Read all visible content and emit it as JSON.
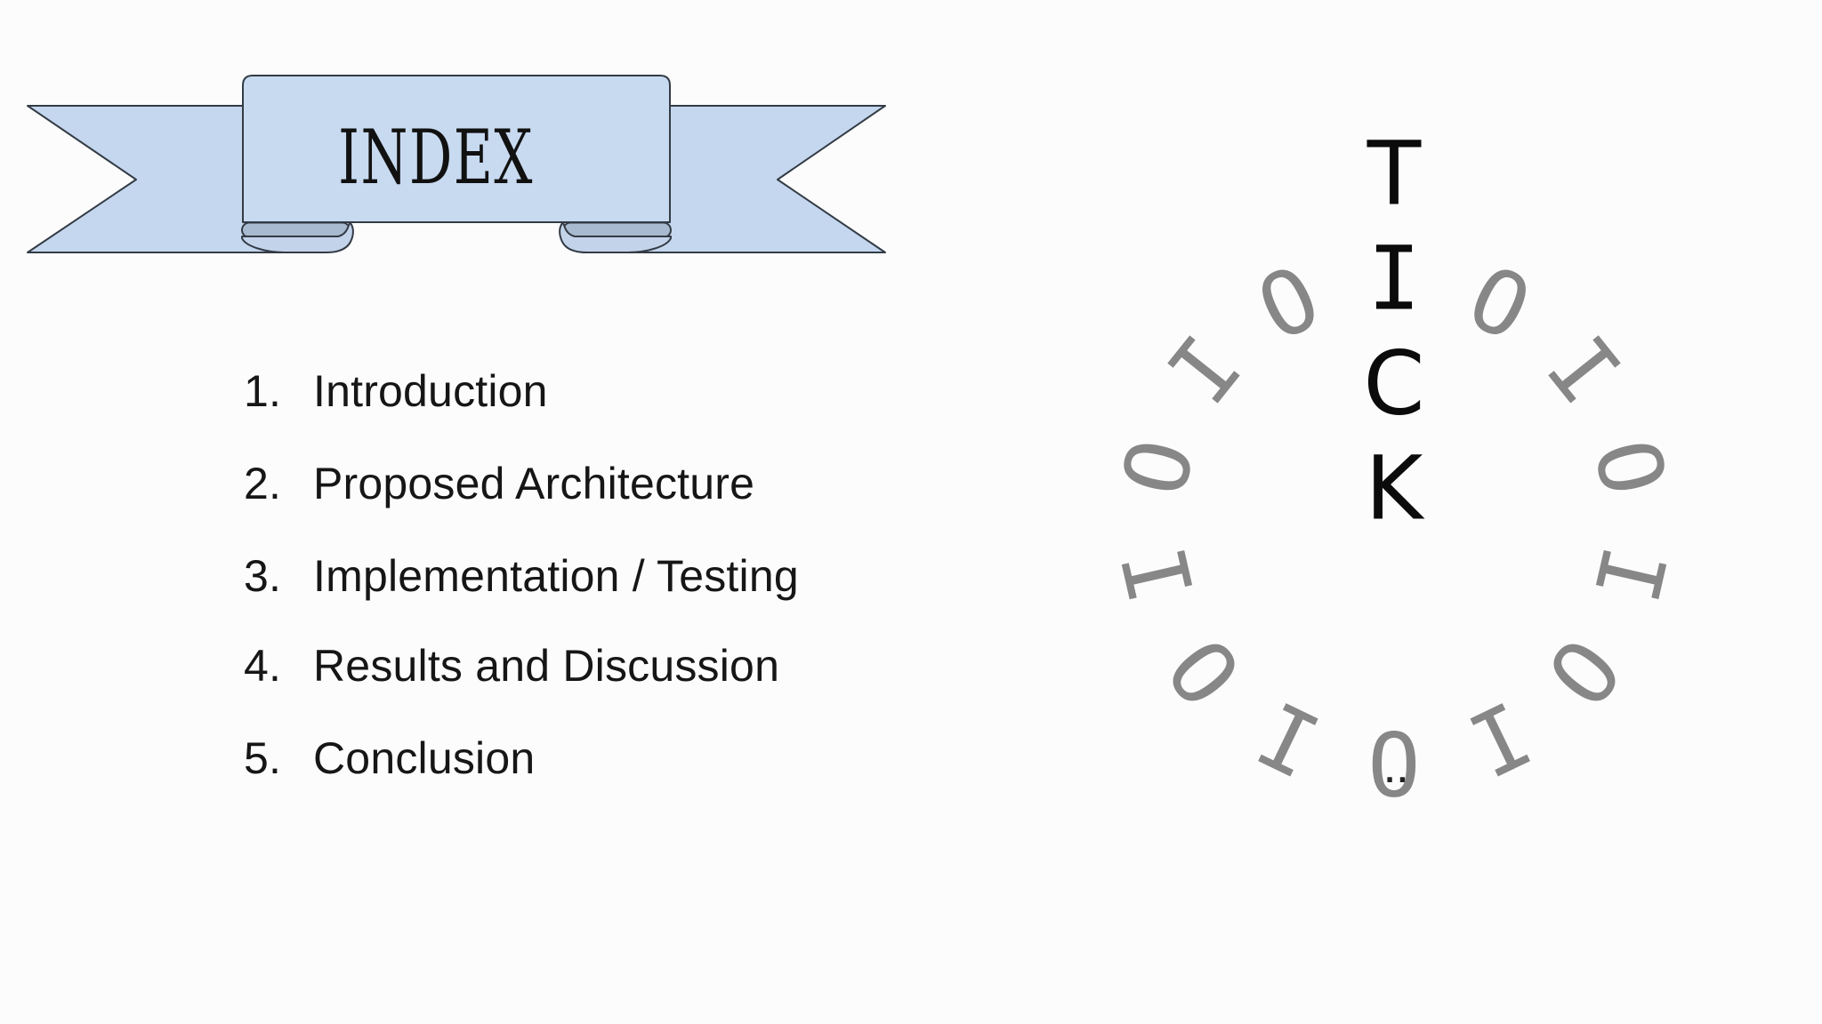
{
  "slide": {
    "background": "#fcfcfc"
  },
  "banner": {
    "title": "INDEX",
    "title_color": "#111111",
    "panel_fill": "#c8daf0",
    "wing_fill": "#c4d7ee",
    "curl_fill": "#c3d4ea",
    "curl_underside_fill": "#a8bacf",
    "outline": "#333b45"
  },
  "index_list": {
    "text_color": "#161616",
    "items": [
      {
        "number": "1.",
        "label": "Introduction"
      },
      {
        "number": "2.",
        "label": "Proposed Architecture"
      },
      {
        "number": "3.",
        "label": "Implementation / Testing"
      },
      {
        "number": "4.",
        "label": "Results and Discussion"
      },
      {
        "number": "5.",
        "label": "Conclusion"
      }
    ]
  },
  "logo": {
    "word": "TICK",
    "word_color": "#0b0b0b",
    "ring_letters": [
      "O",
      "I",
      "O",
      "I",
      "O",
      "I",
      "O",
      "I",
      "O",
      "I",
      "O",
      "I",
      "O"
    ],
    "ring_color": "#878787",
    "dots": "...",
    "dots_color": "#222222"
  }
}
